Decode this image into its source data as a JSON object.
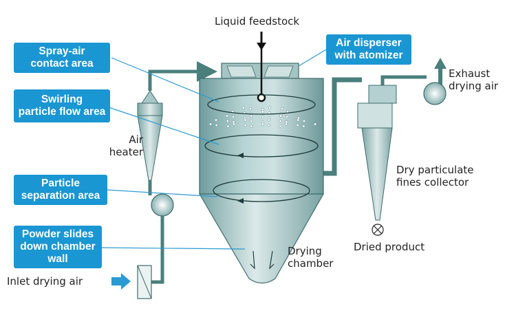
{
  "callouts": {
    "spray_air": [
      "Spray-air",
      "contact area"
    ],
    "swirling": [
      "Swirling",
      "particle flow area"
    ],
    "separation": [
      "Particle",
      "separation area"
    ],
    "powder": [
      "Powder slides",
      "down chamber",
      "wall"
    ],
    "disperser": [
      "Air disperser",
      "with atomizer"
    ]
  },
  "labels": {
    "liquid_feedstock": "Liquid feedstock",
    "air_heater": [
      "Air",
      "heater"
    ],
    "inlet_drying_air": "Inlet drying air",
    "exhaust": [
      "Exhaust",
      "drying air"
    ],
    "collector": [
      "Dry particulate",
      "fines collector"
    ],
    "dried_product": "Dried product",
    "drying_chamber": [
      "Drying",
      "chamber"
    ]
  },
  "colors": {
    "callout_fill": "#1a96d3",
    "pipe": "#4a7f7c",
    "chamber": "#8fb6b6",
    "leader_line": "#2a9ad2",
    "arrow": "#2a9ad2"
  }
}
